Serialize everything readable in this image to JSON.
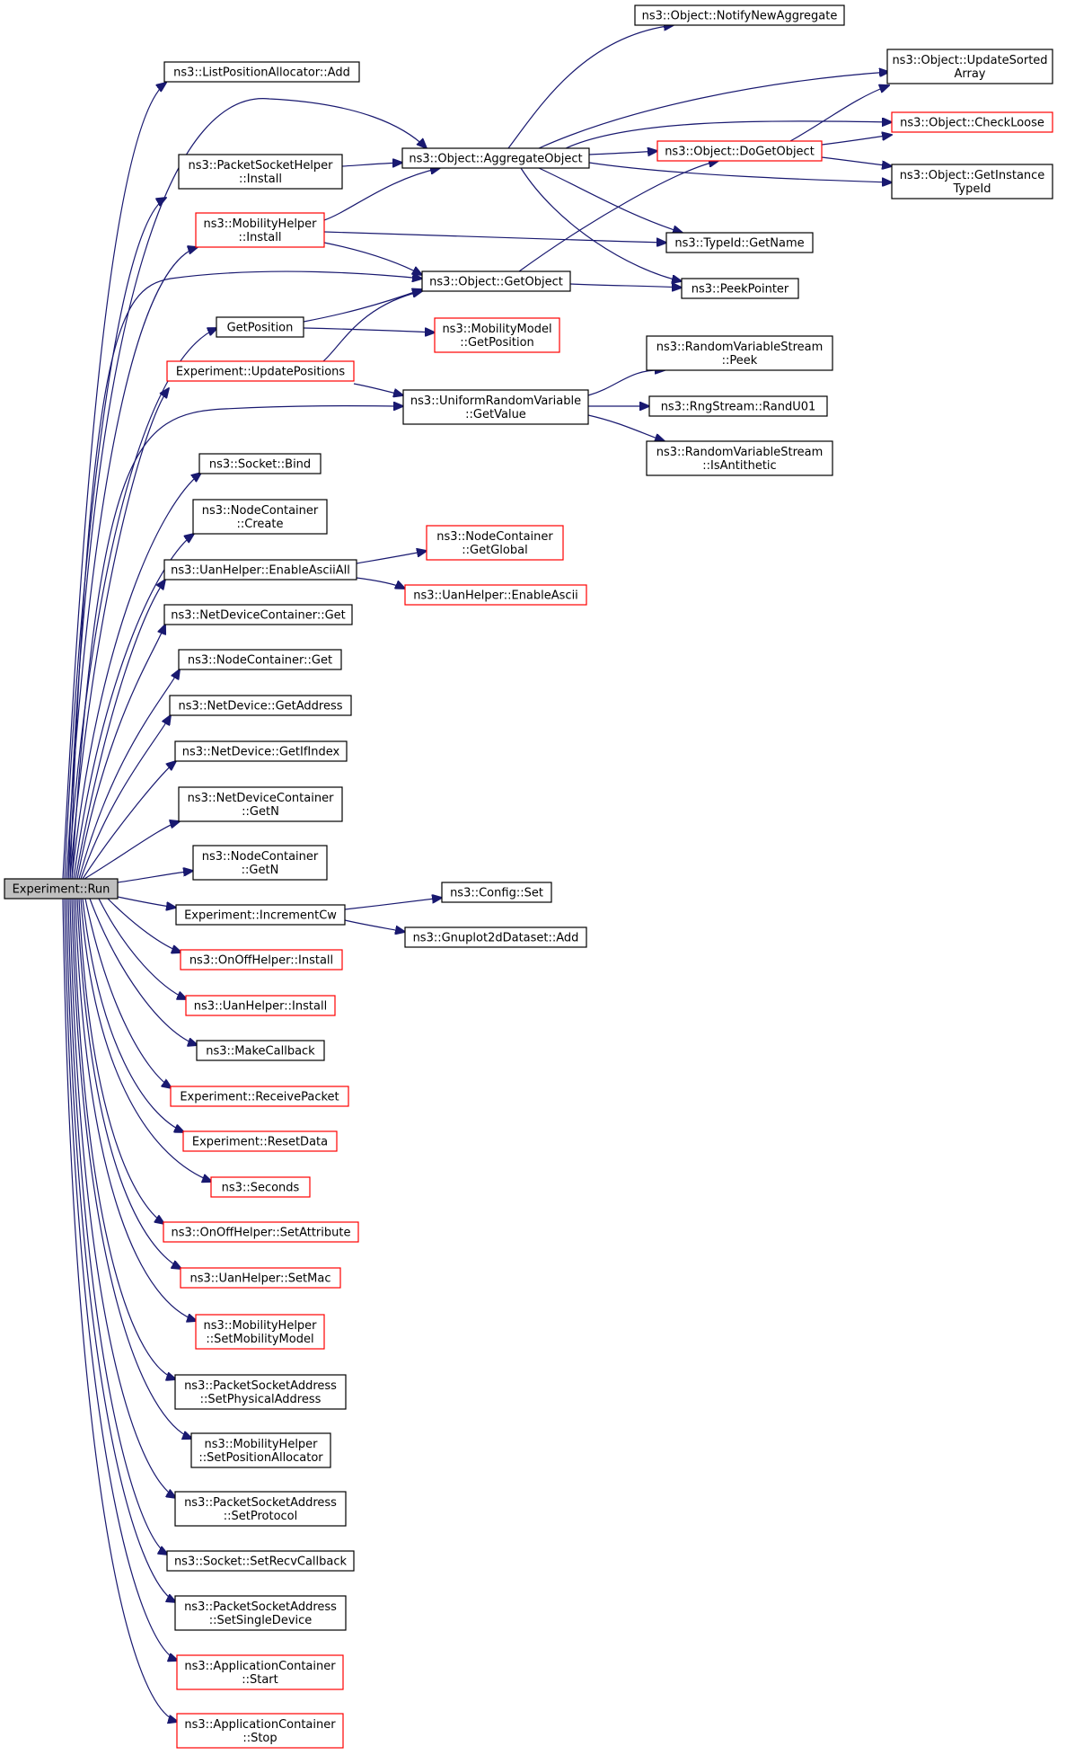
{
  "colors": {
    "edge": "#191970",
    "node_border": "#000000",
    "truncated_node_border": "#ff0000",
    "root_fill": "#bfbfbf",
    "node_fill": "#ffffff"
  },
  "nodes": [
    {
      "id": "run",
      "lines": [
        "Experiment::Run"
      ],
      "style": "root"
    },
    {
      "id": "listpos_add",
      "lines": [
        "ns3::ListPositionAllocator::Add"
      ],
      "style": "normal"
    },
    {
      "id": "psh_install",
      "lines": [
        "ns3::PacketSocketHelper",
        "::Install"
      ],
      "style": "normal"
    },
    {
      "id": "mh_install",
      "lines": [
        "ns3::MobilityHelper",
        "::Install"
      ],
      "style": "truncated"
    },
    {
      "id": "getposition",
      "lines": [
        "GetPosition"
      ],
      "style": "normal"
    },
    {
      "id": "updatepositions",
      "lines": [
        "Experiment::UpdatePositions"
      ],
      "style": "truncated"
    },
    {
      "id": "socket_bind",
      "lines": [
        "ns3::Socket::Bind"
      ],
      "style": "normal"
    },
    {
      "id": "nc_create",
      "lines": [
        "ns3::NodeContainer",
        "::Create"
      ],
      "style": "normal"
    },
    {
      "id": "uan_enableasciiall",
      "lines": [
        "ns3::UanHelper::EnableAsciiAll"
      ],
      "style": "normal"
    },
    {
      "id": "ndc_get",
      "lines": [
        "ns3::NetDeviceContainer::Get"
      ],
      "style": "normal"
    },
    {
      "id": "nc_get",
      "lines": [
        "ns3::NodeContainer::Get"
      ],
      "style": "normal"
    },
    {
      "id": "nd_getaddress",
      "lines": [
        "ns3::NetDevice::GetAddress"
      ],
      "style": "normal"
    },
    {
      "id": "nd_getifindex",
      "lines": [
        "ns3::NetDevice::GetIfIndex"
      ],
      "style": "normal"
    },
    {
      "id": "ndc_getn",
      "lines": [
        "ns3::NetDeviceContainer",
        "::GetN"
      ],
      "style": "normal"
    },
    {
      "id": "nc_getn",
      "lines": [
        "ns3::NodeContainer",
        "::GetN"
      ],
      "style": "normal"
    },
    {
      "id": "incrementcw",
      "lines": [
        "Experiment::IncrementCw"
      ],
      "style": "normal"
    },
    {
      "id": "onoff_install",
      "lines": [
        "ns3::OnOffHelper::Install"
      ],
      "style": "truncated"
    },
    {
      "id": "uan_install",
      "lines": [
        "ns3::UanHelper::Install"
      ],
      "style": "truncated"
    },
    {
      "id": "makecallback",
      "lines": [
        "ns3::MakeCallback"
      ],
      "style": "normal"
    },
    {
      "id": "receivepacket",
      "lines": [
        "Experiment::ReceivePacket"
      ],
      "style": "truncated"
    },
    {
      "id": "resetdata",
      "lines": [
        "Experiment::ResetData"
      ],
      "style": "truncated"
    },
    {
      "id": "seconds",
      "lines": [
        "ns3::Seconds"
      ],
      "style": "truncated"
    },
    {
      "id": "onoff_setattr",
      "lines": [
        "ns3::OnOffHelper::SetAttribute"
      ],
      "style": "truncated"
    },
    {
      "id": "uan_setmac",
      "lines": [
        "ns3::UanHelper::SetMac"
      ],
      "style": "truncated"
    },
    {
      "id": "mh_setmobility",
      "lines": [
        "ns3::MobilityHelper",
        "::SetMobilityModel"
      ],
      "style": "truncated"
    },
    {
      "id": "psa_setphys",
      "lines": [
        "ns3::PacketSocketAddress",
        "::SetPhysicalAddress"
      ],
      "style": "normal"
    },
    {
      "id": "mh_setposalloc",
      "lines": [
        "ns3::MobilityHelper",
        "::SetPositionAllocator"
      ],
      "style": "normal"
    },
    {
      "id": "psa_setproto",
      "lines": [
        "ns3::PacketSocketAddress",
        "::SetProtocol"
      ],
      "style": "normal"
    },
    {
      "id": "socket_setrecv",
      "lines": [
        "ns3::Socket::SetRecvCallback"
      ],
      "style": "normal"
    },
    {
      "id": "psa_setsingle",
      "lines": [
        "ns3::PacketSocketAddress",
        "::SetSingleDevice"
      ],
      "style": "normal"
    },
    {
      "id": "ac_start",
      "lines": [
        "ns3::ApplicationContainer",
        "::Start"
      ],
      "style": "truncated"
    },
    {
      "id": "ac_stop",
      "lines": [
        "ns3::ApplicationContainer",
        "::Stop"
      ],
      "style": "truncated"
    },
    {
      "id": "aggregateobject",
      "lines": [
        "ns3::Object::AggregateObject"
      ],
      "style": "normal"
    },
    {
      "id": "getobject",
      "lines": [
        "ns3::Object::GetObject"
      ],
      "style": "normal"
    },
    {
      "id": "mm_getposition",
      "lines": [
        "ns3::MobilityModel",
        "::GetPosition"
      ],
      "style": "truncated"
    },
    {
      "id": "urv_getvalue",
      "lines": [
        "ns3::UniformRandomVariable",
        "::GetValue"
      ],
      "style": "normal"
    },
    {
      "id": "nc_getglobal",
      "lines": [
        "ns3::NodeContainer",
        "::GetGlobal"
      ],
      "style": "truncated"
    },
    {
      "id": "uan_enableascii",
      "lines": [
        "ns3::UanHelper::EnableAscii"
      ],
      "style": "truncated"
    },
    {
      "id": "config_set",
      "lines": [
        "ns3::Config::Set"
      ],
      "style": "normal"
    },
    {
      "id": "gnuplot_add",
      "lines": [
        "ns3::Gnuplot2dDataset::Add"
      ],
      "style": "normal"
    },
    {
      "id": "notifynewaggregate",
      "lines": [
        "ns3::Object::NotifyNewAggregate"
      ],
      "style": "normal"
    },
    {
      "id": "dogetobject",
      "lines": [
        "ns3::Object::DoGetObject"
      ],
      "style": "truncated"
    },
    {
      "id": "typeid_getname",
      "lines": [
        "ns3::TypeId::GetName"
      ],
      "style": "normal"
    },
    {
      "id": "peekpointer",
      "lines": [
        "ns3::PeekPointer"
      ],
      "style": "normal"
    },
    {
      "id": "rvs_peek",
      "lines": [
        "ns3::RandomVariableStream",
        "::Peek"
      ],
      "style": "normal"
    },
    {
      "id": "rngstream_randu01",
      "lines": [
        "ns3::RngStream::RandU01"
      ],
      "style": "normal"
    },
    {
      "id": "rvs_isantithetic",
      "lines": [
        "ns3::RandomVariableStream",
        "::IsAntithetic"
      ],
      "style": "normal"
    },
    {
      "id": "updatesortedarray",
      "lines": [
        "ns3::Object::UpdateSorted",
        "Array"
      ],
      "style": "normal"
    },
    {
      "id": "checkloose",
      "lines": [
        "ns3::Object::CheckLoose"
      ],
      "style": "truncated"
    },
    {
      "id": "getinstancetypeid",
      "lines": [
        "ns3::Object::GetInstance",
        "TypeId"
      ],
      "style": "normal"
    }
  ]
}
